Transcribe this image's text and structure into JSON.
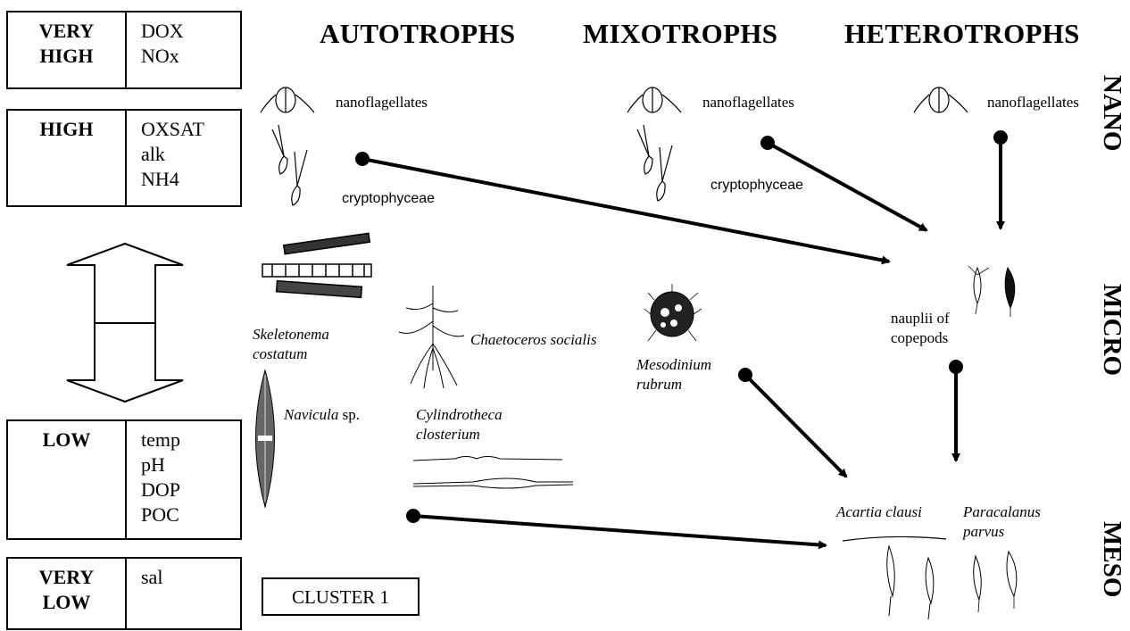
{
  "legend": {
    "boxes": [
      {
        "level": [
          "VERY",
          "HIGH"
        ],
        "vars": [
          "DOX",
          "NOx"
        ]
      },
      {
        "level": [
          "HIGH"
        ],
        "vars": [
          "OXSAT",
          "alk",
          "NH4"
        ]
      },
      {
        "level": [
          "LOW"
        ],
        "vars": [
          "temp",
          "pH",
          "DOP",
          "POC"
        ]
      },
      {
        "level": [
          "VERY",
          "LOW"
        ],
        "vars": [
          "sal"
        ]
      }
    ]
  },
  "columns": {
    "autotrophs": "AUTOTROPHS",
    "mixotrophs": "MIXOTROPHS",
    "heterotrophs": "HETEROTROPHS"
  },
  "size_classes": {
    "nano": "NANO",
    "micro": "MICRO",
    "meso": "MESO"
  },
  "organisms": {
    "nano_auto": "nanoflagellates",
    "crypto_auto": "cryptophyceae",
    "nano_mixo": "nanoflagellates",
    "crypto_mixo": "cryptophyceae",
    "nano_hetero": "nanoflagellates",
    "skeletonema": [
      "Skeletonema",
      "costatum"
    ],
    "chaetoceros": "Chaetoceros socialis",
    "mesodinium": [
      "Mesodinium",
      "rubrum"
    ],
    "nauplii": [
      "nauplii of",
      "copepods"
    ],
    "navicula_italic": "Navicula",
    "navicula_suffix": " sp.",
    "cylindrotheca": [
      "Cylindrotheca",
      "closterium"
    ],
    "acartia": "Acartia clausi",
    "paracalanus": [
      "Paracalanus",
      "parvus"
    ]
  },
  "cluster_label": "CLUSTER 1",
  "colors": {
    "ink": "#000000",
    "background": "#ffffff",
    "arrow_fill": "#ffffff"
  }
}
